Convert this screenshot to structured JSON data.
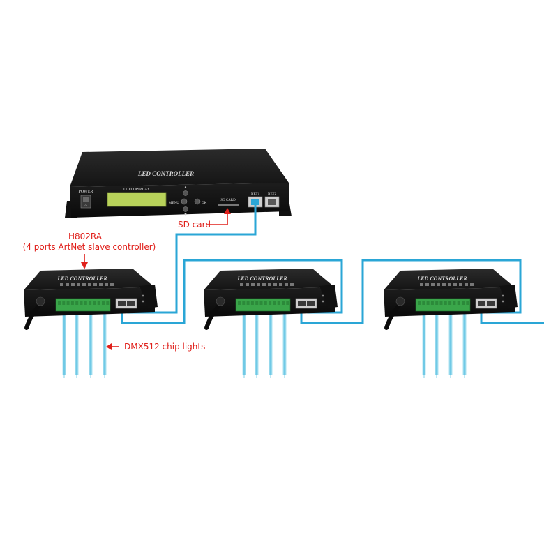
{
  "master": {
    "title": "LED CONTROLLER",
    "power_label": "POWER",
    "lcd_label": "LCD DISPLAY",
    "menu_label": "MENU",
    "ok_label": "OK",
    "sd_slot_label": "SD CARD",
    "net1_label": "NET1",
    "net2_label": "NET2"
  },
  "callouts": {
    "sd_card": "SD card",
    "slave_model": "H802RA",
    "slave_desc": "(4 ports ArtNet slave controller)",
    "chip_lights": "DMX512 chip lights"
  },
  "slave": {
    "title": "LED CONTROLLER",
    "count": 3
  },
  "colors": {
    "cable": "#2aa6d6",
    "callout": "#e0201b",
    "case": "#1a1a1a",
    "terminal": "#3aa64a",
    "lcd": "#b8d25a",
    "light_strand": "#7fd0e8"
  }
}
